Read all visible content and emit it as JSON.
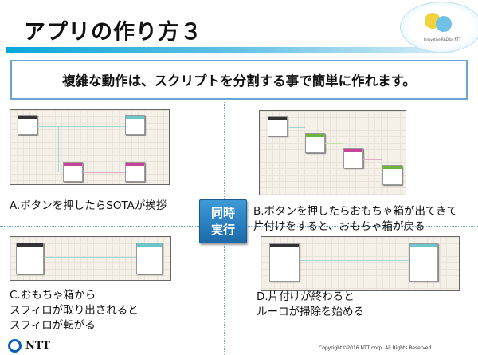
{
  "title": "アプリの作り方３",
  "logo_tagline": "Innovative R&D by NTT",
  "subtitle": "複雑な動作は、スクリプトを分割する事で簡単に作れます。",
  "center_button": {
    "line1": "同時",
    "line2": "実行"
  },
  "panels": [
    {
      "caption": [
        "A.ボタンを押したらSOTAが挨拶"
      ]
    },
    {
      "caption": [
        "B.ボタンを押したらおもちゃ箱が出てきて",
        "片付けをすると、おもちゃ箱が戻る"
      ]
    },
    {
      "caption": [
        "C.おもちゃ箱から",
        "スフィロが取り出されると",
        "スフィロが転がる"
      ]
    },
    {
      "caption": [
        "D.片付けが終わると",
        "ルーロが掃除を始める"
      ]
    }
  ],
  "footer": {
    "brand": "NTT",
    "copyright": "Copyright©2016  NTT corp. All Rights Reserved."
  },
  "colors": {
    "accent": "#0aa7d9",
    "button": "#1c6aa9"
  }
}
